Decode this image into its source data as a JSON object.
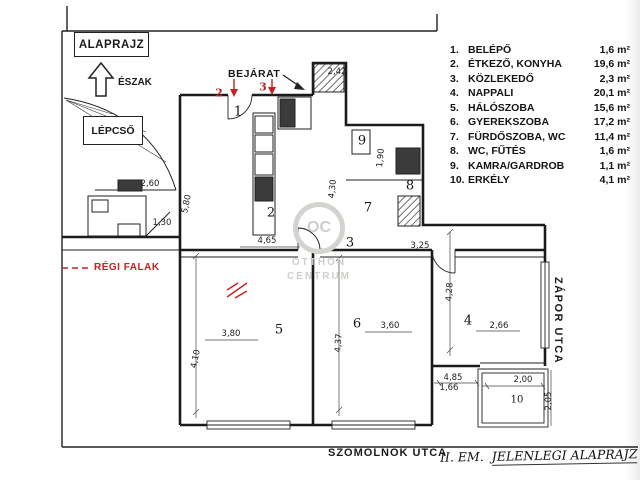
{
  "header": {
    "title_box": "ALAPRAJZ",
    "north": "ÉSZAK",
    "stairs": "LÉPCSŐ",
    "entrance": "BEJÁRAT"
  },
  "legend": {
    "items": [
      {
        "num": "1.",
        "name": "BELÉPŐ",
        "area": "1,6 m²"
      },
      {
        "num": "2.",
        "name": "ÉTKEZŐ, KONYHA",
        "area": "19,6 m²"
      },
      {
        "num": "3.",
        "name": "KÖZLEKEDŐ",
        "area": "2,3 m²"
      },
      {
        "num": "4.",
        "name": "NAPPALI",
        "area": "20,1 m²"
      },
      {
        "num": "5.",
        "name": "HÁLÓSZOBA",
        "area": "15,6 m²"
      },
      {
        "num": "6.",
        "name": "GYEREKSZOBA",
        "area": "17,2 m²"
      },
      {
        "num": "7.",
        "name": "FÜRDŐSZOBA, WC",
        "area": "11,4 m²"
      },
      {
        "num": "8.",
        "name": "WC, FŰTÉS",
        "area": "1,6 m²"
      },
      {
        "num": "9.",
        "name": "KAMRA/GARDROB",
        "area": "1,1 m²"
      },
      {
        "num": "10.",
        "name": "ERKÉLY",
        "area": "4,1 m²"
      }
    ]
  },
  "annotations": {
    "old_walls": "RÉGI FALAK",
    "street_right": "ZÁPOR UTCA",
    "street_bottom": "SZOMOLNOK UTCA",
    "caption_1": "II. EM.",
    "caption_2": "JELENLEGI ALAPRAJZ",
    "red_2": "2",
    "red_3": "3"
  },
  "watermark": {
    "logo": "OC",
    "line1": "OTTHON",
    "line2": "CENTRUM"
  },
  "rooms": {
    "numbers": [
      "1",
      "2",
      "3",
      "4",
      "5",
      "6",
      "7",
      "8",
      "9",
      "10"
    ]
  },
  "dimensions": {
    "values": [
      "2,60",
      "5,80",
      "1,30",
      "4,65",
      "4,30",
      "1,90",
      "2,42",
      "3,25",
      "4,28",
      "3,80",
      "3,60",
      "2,66",
      "4,10",
      "4,37",
      "4,85",
      "1,66",
      "2,00",
      "2,05"
    ]
  }
}
